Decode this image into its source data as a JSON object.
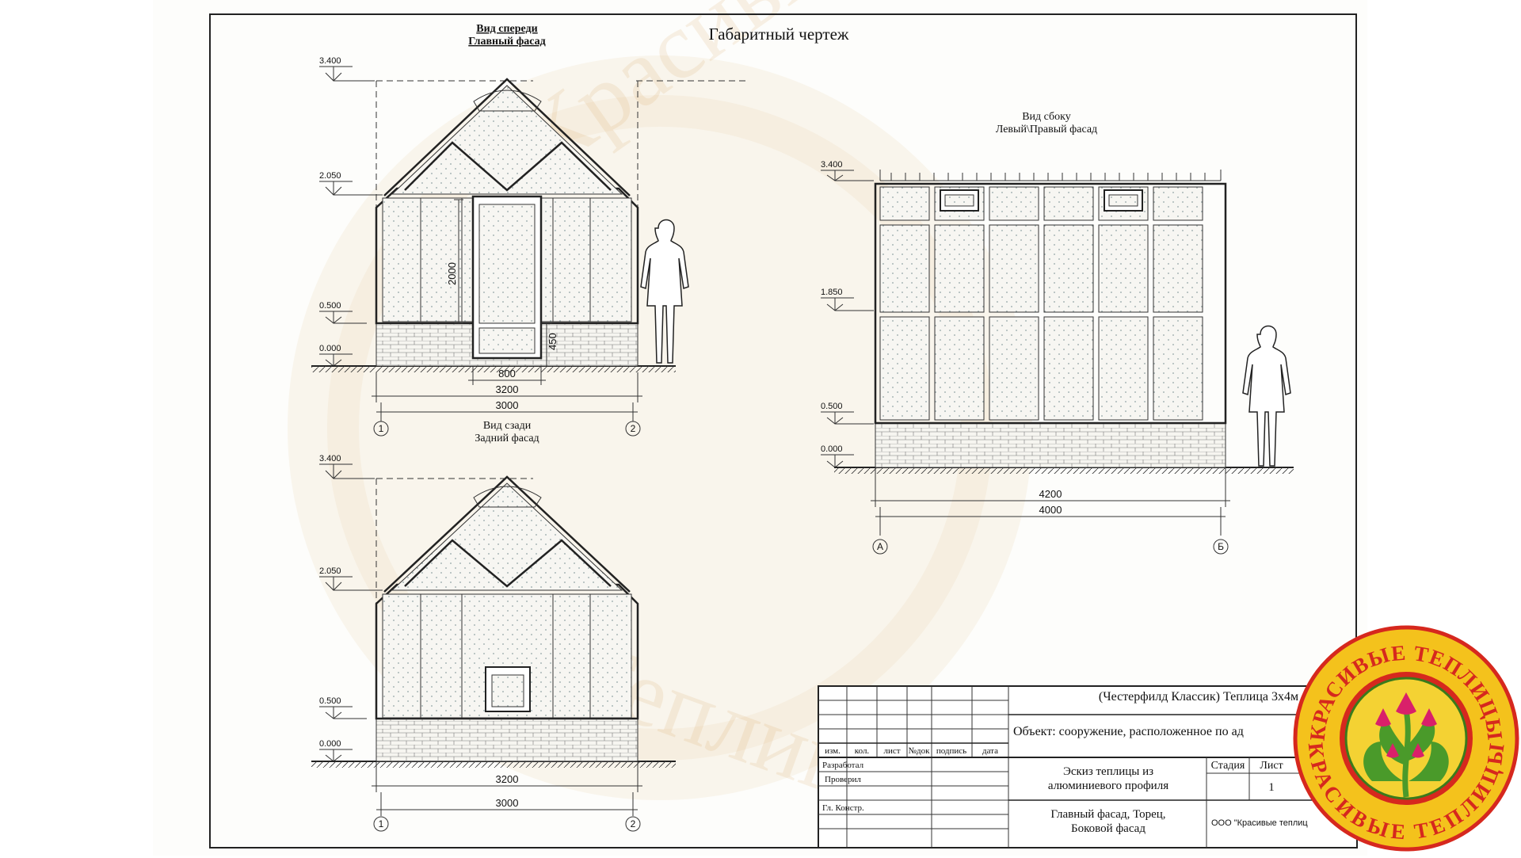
{
  "drawing": {
    "title": "Габаритный чертеж",
    "views": {
      "front": {
        "title": "Вид спереди",
        "subtitle": "Главный фасад"
      },
      "back": {
        "title": "Вид сзади",
        "subtitle": "Задний фасад"
      },
      "side": {
        "title": "Вид сбоку",
        "subtitle": "Левый\\Правый фасад"
      }
    },
    "levels": {
      "front": [
        "3.400",
        "2.050",
        "0.500",
        "0.000"
      ],
      "back": [
        "3.400",
        "2.050",
        "0.500",
        "0.000"
      ],
      "side": [
        "3.400",
        "1.850",
        "0.500",
        "0.000"
      ]
    },
    "dims": {
      "front_door_height": "2000",
      "front_plinth_height": "450",
      "front_door_width": "800",
      "front_outer": "3200",
      "front_inner": "3000",
      "back_outer": "3200",
      "back_inner": "3000",
      "side_outer": "4200",
      "side_inner": "4000"
    },
    "axes": {
      "front": [
        "1",
        "2"
      ],
      "back": [
        "1",
        "2"
      ],
      "side": [
        "А",
        "Б"
      ]
    }
  },
  "title_block": {
    "project": "(Честерфилд Классик) Теплица 3х4м",
    "object": "Объект: сооружение, расположенное по ад",
    "columns": [
      "изм.",
      "кол.",
      "лист",
      "№док",
      "подпись",
      "дата"
    ],
    "roles": [
      "Разработал",
      "Проверил",
      "Гл. Констр."
    ],
    "sheet_title_1": "Эскиз теплицы из",
    "sheet_title_2": "алюминиевого профиля",
    "sheet_content_1": "Главный фасад, Торец,",
    "sheet_content_2": "Боковой фасад",
    "stage_label": "Стадия",
    "sheet_label": "Лист",
    "sheet_number": "1",
    "company": "ООО \"Красивые теплиц"
  },
  "logo": {
    "text_top": "КРАСИВЫЕ ТЕПЛИЦЫ",
    "text_bottom": "КРАСИВЫЕ ТЕПЛИЦЫ",
    "colors": {
      "outer": "#f4c21c",
      "ring": "#d6281e",
      "inner": "#f4d233",
      "leaf": "#4a9a2a",
      "flower": "#d9206a"
    }
  }
}
